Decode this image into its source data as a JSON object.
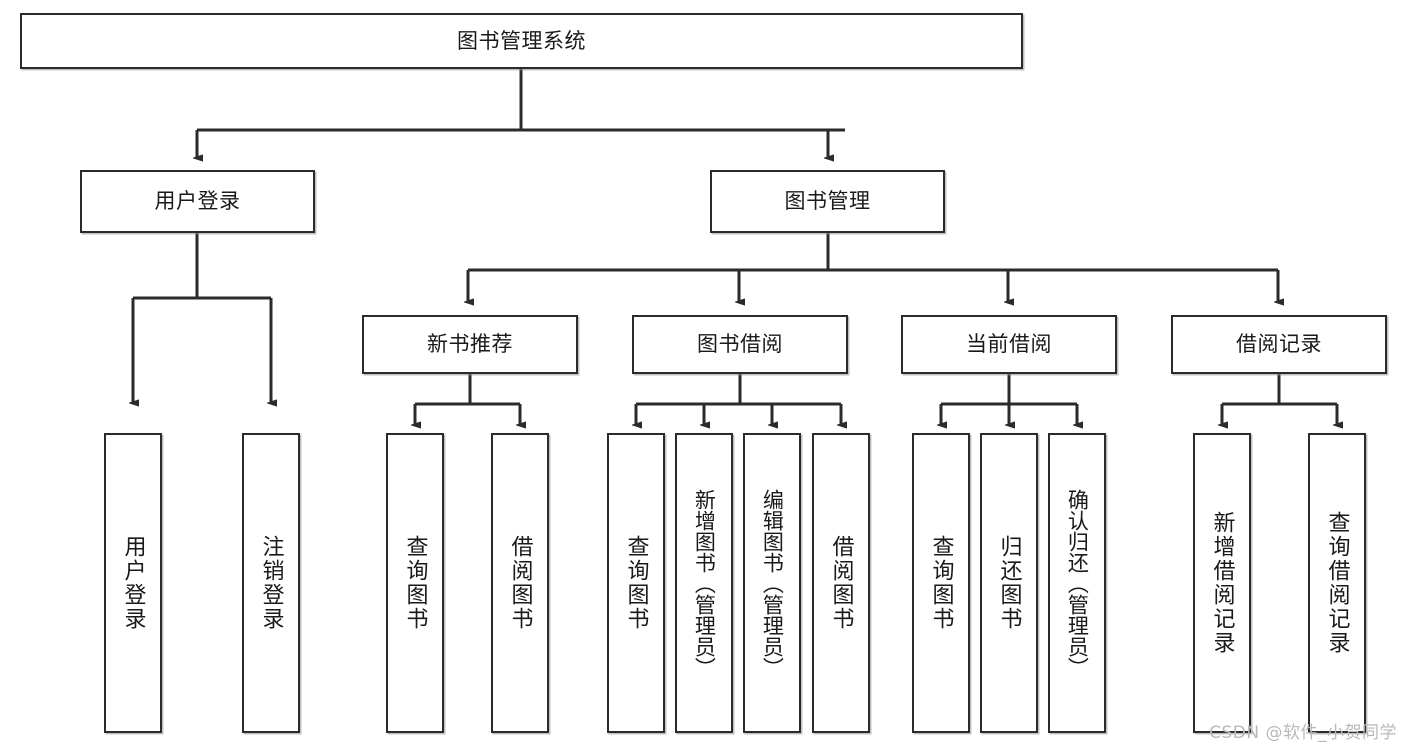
{
  "diagram": {
    "type": "tree-hierarchy",
    "title": "图书管理系统",
    "watermark": "CSDN @软件_小贺同学",
    "colors": {
      "box_border": "#2b2b2b",
      "box_fill": "#ffffff",
      "edge": "#2b2b2b",
      "text": "#1a1a1a",
      "watermark": "#b9b9b9",
      "background": "#ffffff"
    },
    "nodes": {
      "root": {
        "label": "图书管理系统"
      },
      "level2": [
        {
          "id": "user-login",
          "label": "用户登录"
        },
        {
          "id": "book-manage",
          "label": "图书管理"
        }
      ],
      "level3": [
        {
          "id": "new-book-recommend",
          "label": "新书推荐"
        },
        {
          "id": "book-borrow",
          "label": "图书借阅"
        },
        {
          "id": "current-borrow",
          "label": "当前借阅"
        },
        {
          "id": "borrow-record",
          "label": "借阅记录"
        }
      ],
      "leaves": {
        "user-login": [
          {
            "id": "leaf-user-login",
            "label": "用户登录"
          },
          {
            "id": "leaf-user-logout",
            "label": "注销登录"
          }
        ],
        "new-book-recommend": [
          {
            "id": "leaf-query-book-1",
            "label": "查询图书"
          },
          {
            "id": "leaf-borrow-book-1",
            "label": "借阅图书"
          }
        ],
        "book-borrow": [
          {
            "id": "leaf-query-book-2",
            "label": "查询图书"
          },
          {
            "id": "leaf-add-book",
            "label": "新增图书（管理员）"
          },
          {
            "id": "leaf-edit-book",
            "label": "编辑图书（管理员）"
          },
          {
            "id": "leaf-borrow-book-2",
            "label": "借阅图书"
          }
        ],
        "current-borrow": [
          {
            "id": "leaf-query-book-3",
            "label": "查询图书"
          },
          {
            "id": "leaf-return-book",
            "label": "归还图书"
          },
          {
            "id": "leaf-confirm-return",
            "label": "确认归还（管理员）"
          }
        ],
        "borrow-record": [
          {
            "id": "leaf-add-record",
            "label": "新增借阅记录"
          },
          {
            "id": "leaf-query-record",
            "label": "查询借阅记录"
          }
        ]
      }
    }
  }
}
